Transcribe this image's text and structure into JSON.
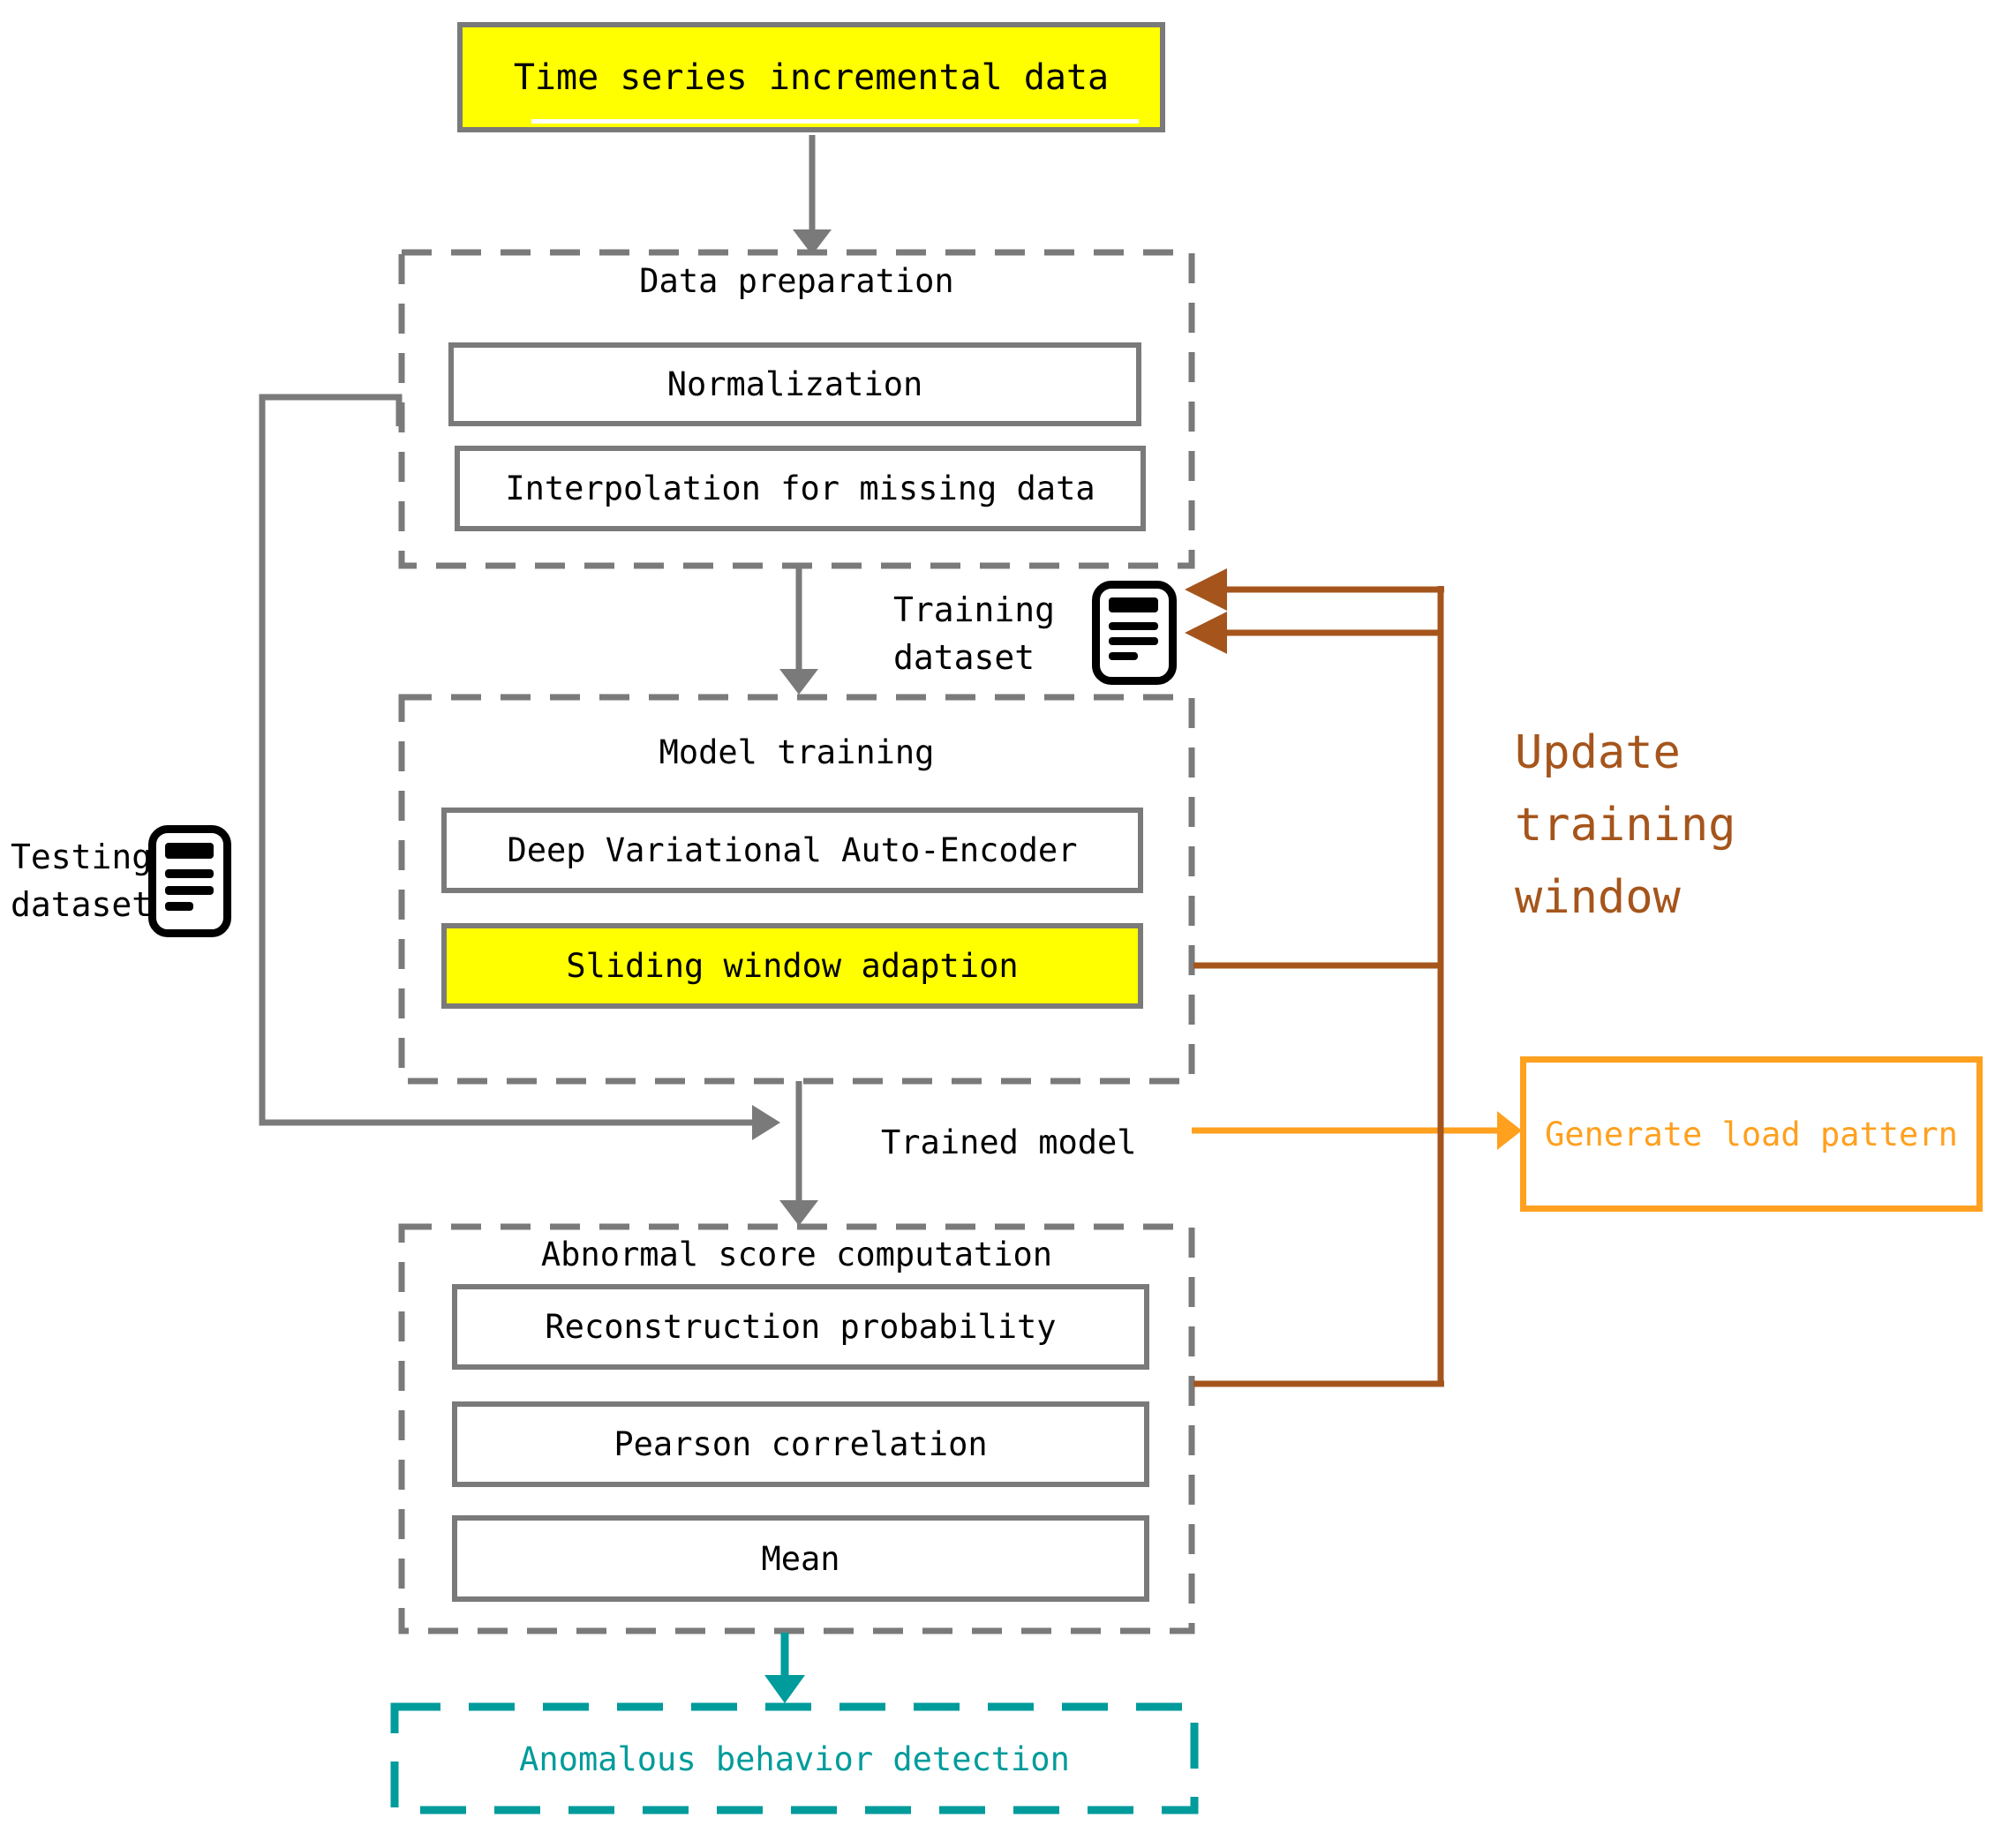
{
  "colors": {
    "highlight_yellow": "#FFFF00",
    "line_gray": "#7A7A7A",
    "accent_brown": "#A5551C",
    "accent_orange": "#FFA01E",
    "accent_teal": "#009B9B",
    "icon_black": "#000000"
  },
  "nodes": {
    "time_series": "Time series incremental data",
    "data_preparation": {
      "title": "Data preparation",
      "normalization": "Normalization",
      "interpolation": "Interpolation for missing data"
    },
    "training_dataset_label": "Training dataset",
    "testing_dataset_label": "Testing dataset",
    "model_training": {
      "title": "Model training",
      "dvae": "Deep Variational Auto-Encoder",
      "sliding_window": "Sliding window adaption"
    },
    "trained_model_label": "Trained model",
    "abnormal_score": {
      "title": "Abnormal score computation",
      "reconstruction": "Reconstruction probability",
      "pearson": "Pearson correlation",
      "mean": "Mean"
    },
    "anomalous_detection": "Anomalous behavior detection",
    "update_training_window_label": "Update training window",
    "generate_load_pattern": "Generate load pattern"
  },
  "icons": {
    "training_dataset": "document-icon",
    "testing_dataset": "document-icon"
  }
}
